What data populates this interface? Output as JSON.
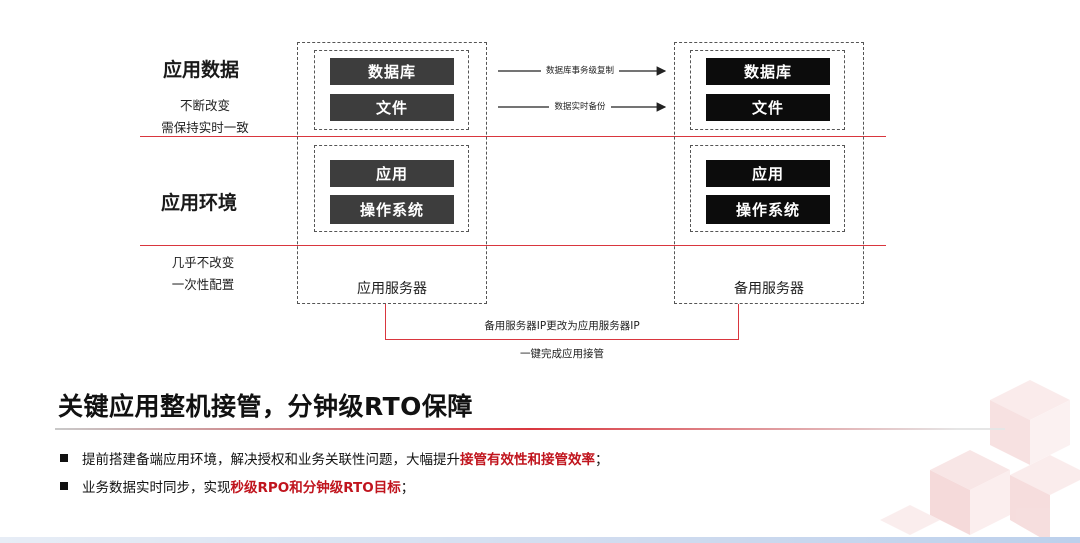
{
  "left": {
    "section1_title": "应用数据",
    "section1_note1": "不断改变",
    "section1_note2": "需保持实时一致",
    "section2_title": "应用环境",
    "section3_note1": "几乎不改变",
    "section3_note2": "一次性配置"
  },
  "primary_server": {
    "label": "应用服务器",
    "blocks": [
      "数据库",
      "文件",
      "应用",
      "操作系统"
    ]
  },
  "backup_server": {
    "label": "备用服务器",
    "blocks": [
      "数据库",
      "文件",
      "应用",
      "操作系统"
    ]
  },
  "arrows": {
    "db_replication": "数据库事务级复制",
    "file_backup": "数据实时备份"
  },
  "switchover": {
    "line1": "备用服务器IP更改为应用服务器IP",
    "line2": "一键完成应用接管"
  },
  "headline": "关键应用整机接管，分钟级RTO保障",
  "bullets": [
    {
      "plain": "提前搭建备端应用环境，解决授权和业务关联性问题，大幅提升",
      "highlight": "接管有效性和接管效率",
      "tail": "；"
    },
    {
      "plain": "业务数据实时同步，实现",
      "highlight": "秒级RPO和分钟级RTO目标",
      "tail": "；"
    }
  ],
  "colors": {
    "accent_red": "#d9363e",
    "block_gray": "#3d3d3d",
    "block_black": "#0c0c0c"
  }
}
